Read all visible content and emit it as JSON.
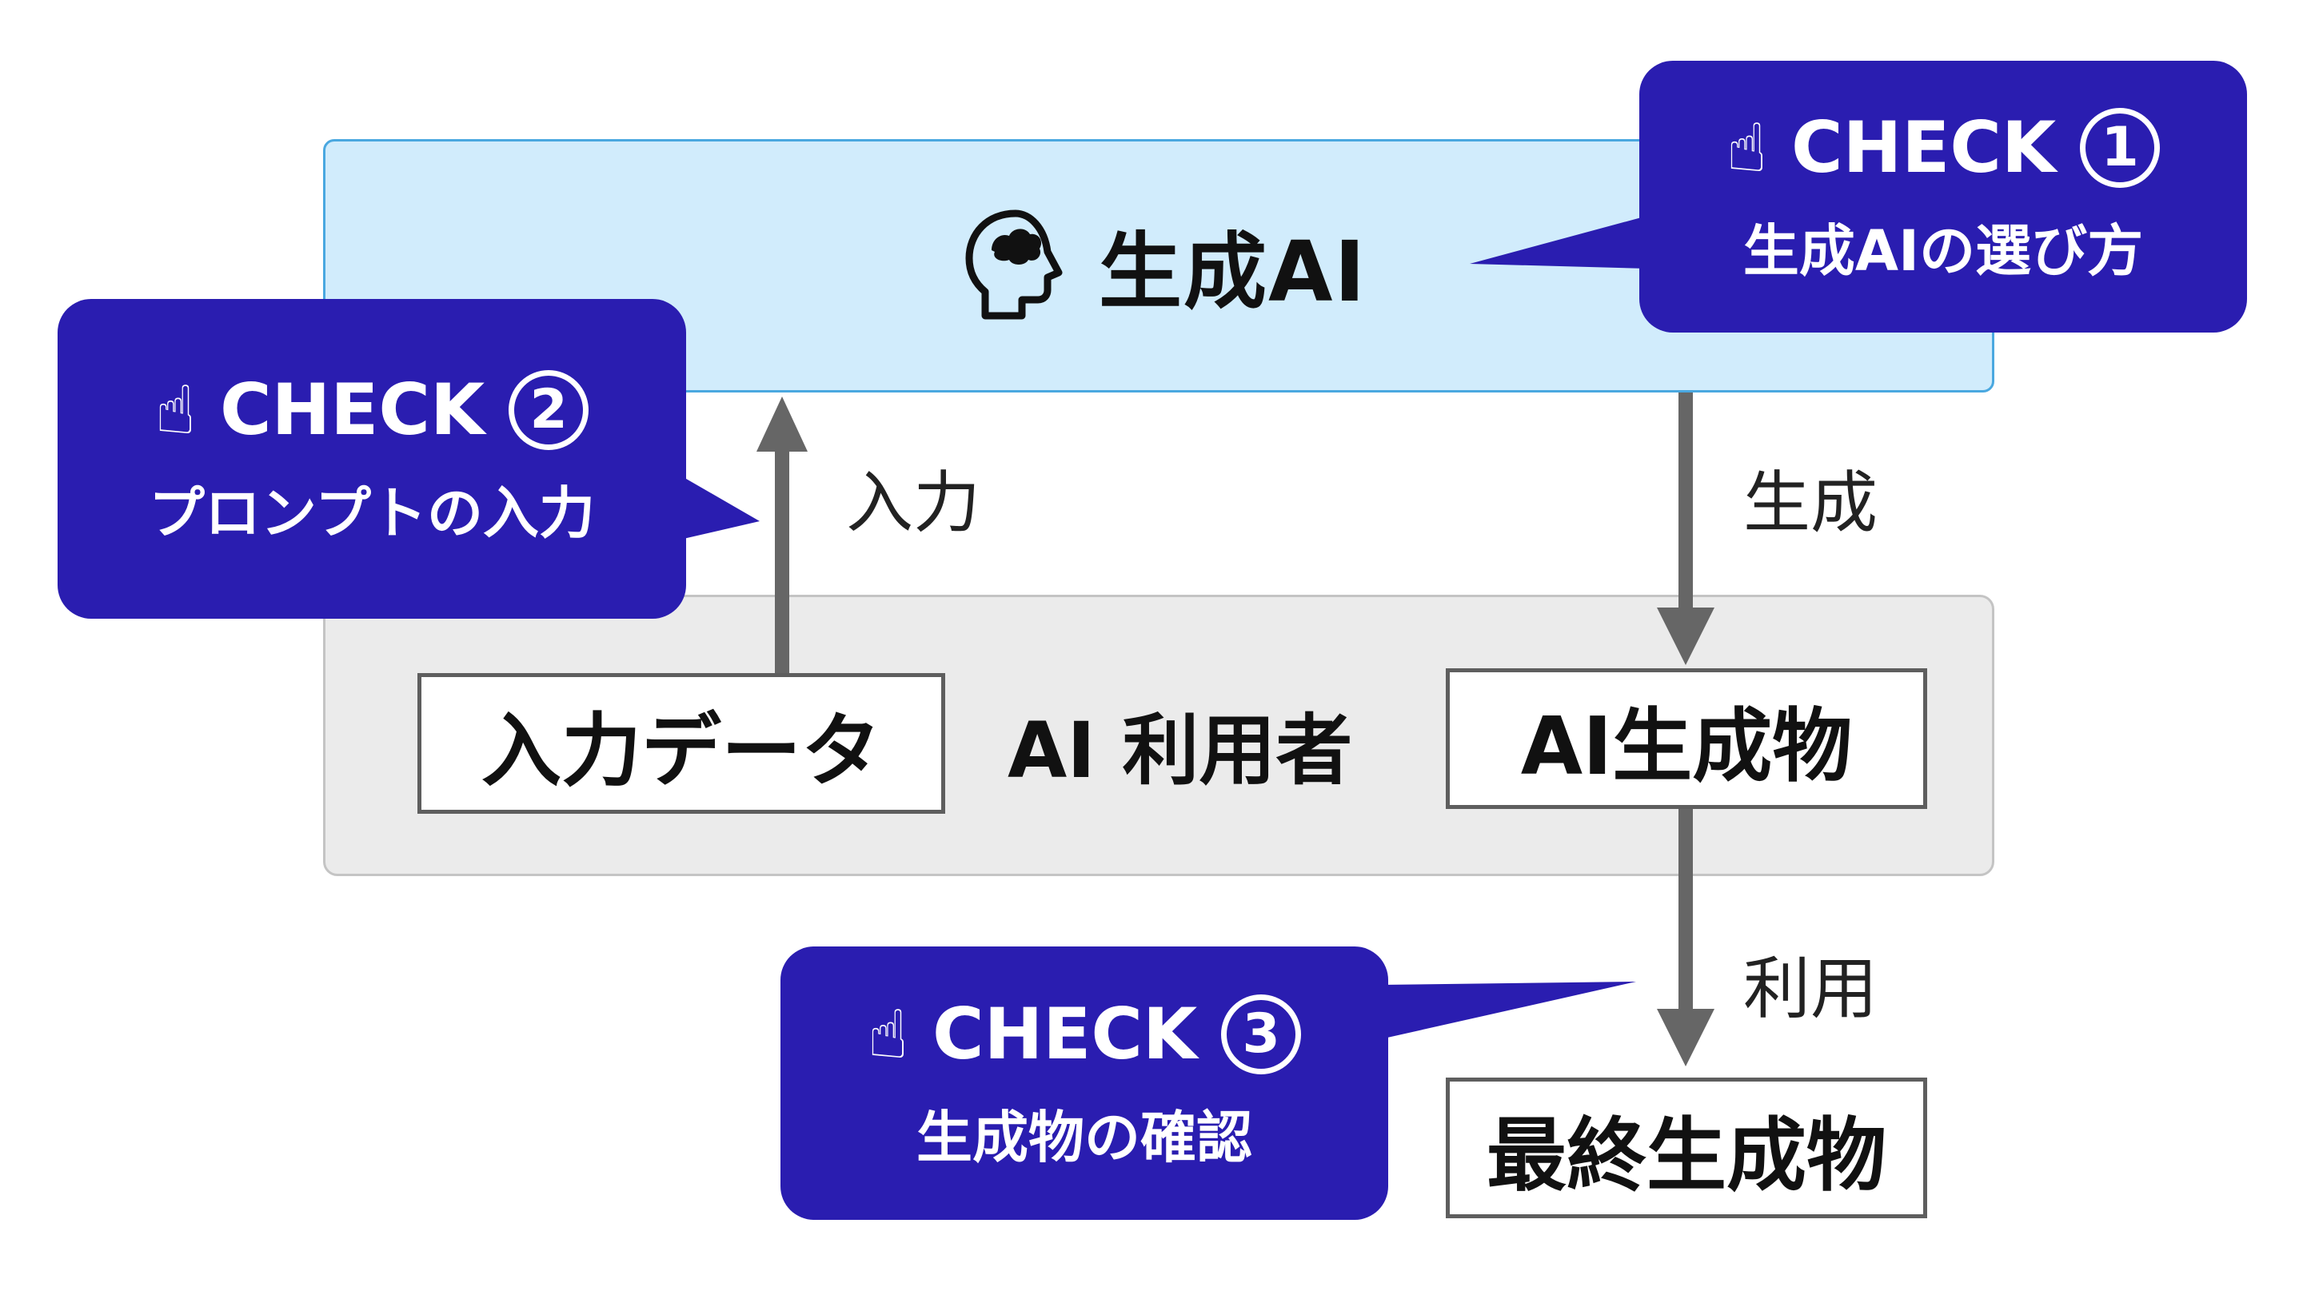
{
  "generative_ai": {
    "title": "生成AI",
    "icon": "brain-head-icon"
  },
  "ai_user": {
    "label": "AI 利用者"
  },
  "boxes": {
    "input_data": "入力データ",
    "ai_output": "AI生成物",
    "final_output": "最終生成物"
  },
  "edges": {
    "input": "入力",
    "generate": "生成",
    "use": "利用"
  },
  "callouts": [
    {
      "hand": "☝",
      "check": "CHECK",
      "number": "1",
      "text": "生成AIの選び方"
    },
    {
      "hand": "☝",
      "check": "CHECK",
      "number": "2",
      "text": "プロンプトの入力"
    },
    {
      "hand": "☝",
      "check": "CHECK",
      "number": "3",
      "text": "生成物の確認"
    }
  ],
  "colors": {
    "ai_box_fill": "#d1ecfc",
    "ai_box_border": "#4aa8e0",
    "user_box_fill": "#ebebeb",
    "callout_fill": "#2a1db0",
    "arrow": "#666666"
  }
}
